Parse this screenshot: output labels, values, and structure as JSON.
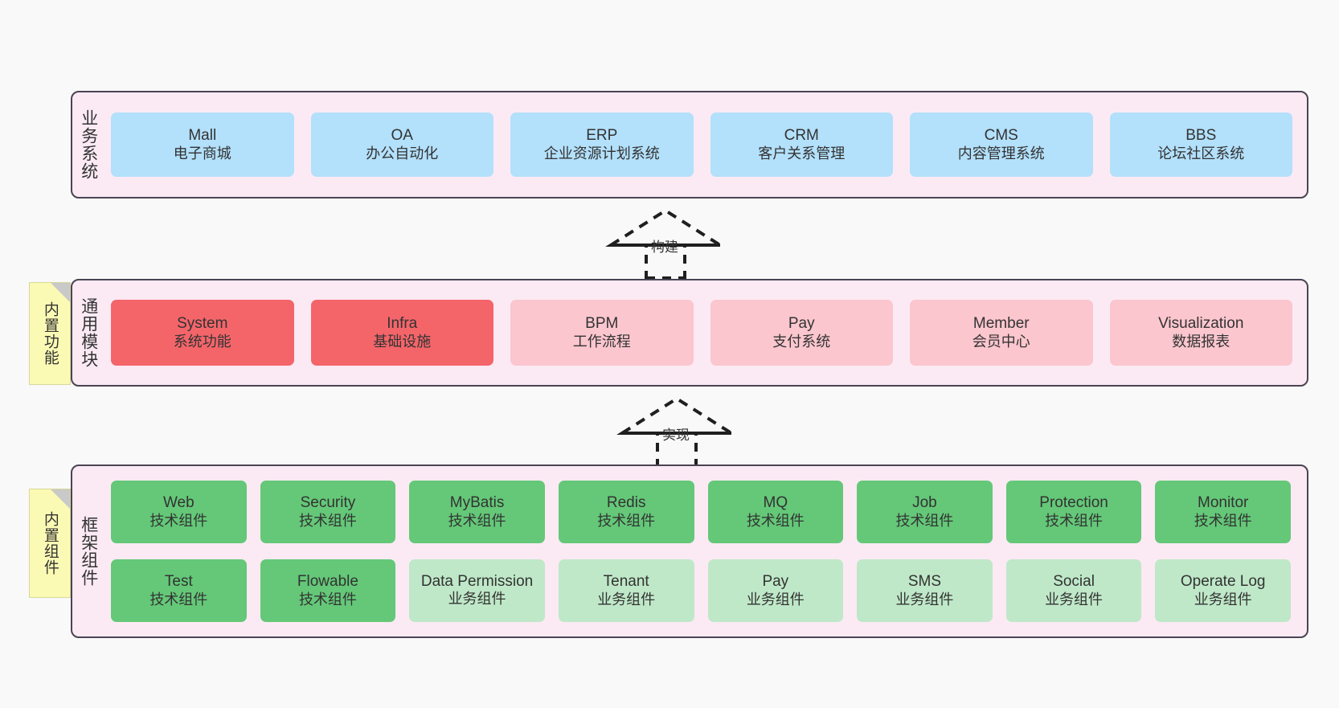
{
  "diagram": {
    "background": "#f9f9f9",
    "panel_fill": "#fbeaf4",
    "panel_border": "#4a4453",
    "note_fill": "#fbfab4"
  },
  "layers": [
    {
      "key": "business",
      "title": "业务系统",
      "note": null,
      "rows": [
        {
          "cards": [
            {
              "name": "Mall",
              "sub": "电子商城",
              "color": "#b3e0fb",
              "style": "c-blue"
            },
            {
              "name": "OA",
              "sub": "办公自动化",
              "color": "#b3e0fb",
              "style": "c-blue"
            },
            {
              "name": "ERP",
              "sub": "企业资源计划系统",
              "color": "#b3e0fb",
              "style": "c-blue"
            },
            {
              "name": "CRM",
              "sub": "客户关系管理",
              "color": "#b3e0fb",
              "style": "c-blue"
            },
            {
              "name": "CMS",
              "sub": "内容管理系统",
              "color": "#b3e0fb",
              "style": "c-blue"
            },
            {
              "name": "BBS",
              "sub": "论坛社区系统",
              "color": "#b3e0fb",
              "style": "c-blue"
            }
          ]
        }
      ]
    },
    {
      "key": "common-modules",
      "title": "通用模块",
      "note": "内置功能",
      "rows": [
        {
          "cards": [
            {
              "name": "System",
              "sub": "系统功能",
              "color": "#f4656a",
              "style": "c-red"
            },
            {
              "name": "Infra",
              "sub": "基础设施",
              "color": "#f4656a",
              "style": "c-red"
            },
            {
              "name": "BPM",
              "sub": "工作流程",
              "color": "#fbc6ce",
              "style": "c-pink"
            },
            {
              "name": "Pay",
              "sub": "支付系统",
              "color": "#fbc6ce",
              "style": "c-pink"
            },
            {
              "name": "Member",
              "sub": "会员中心",
              "color": "#fbc6ce",
              "style": "c-pink"
            },
            {
              "name": "Visualization",
              "sub": "数据报表",
              "color": "#fbc6ce",
              "style": "c-pink"
            }
          ]
        }
      ]
    },
    {
      "key": "framework-components",
      "title": "框架组件",
      "note": "内置组件",
      "rows": [
        {
          "cards": [
            {
              "name": "Web",
              "sub": "技术组件",
              "color": "#64c878",
              "style": "c-green"
            },
            {
              "name": "Security",
              "sub": "技术组件",
              "color": "#64c878",
              "style": "c-green"
            },
            {
              "name": "MyBatis",
              "sub": "技术组件",
              "color": "#64c878",
              "style": "c-green"
            },
            {
              "name": "Redis",
              "sub": "技术组件",
              "color": "#64c878",
              "style": "c-green"
            },
            {
              "name": "MQ",
              "sub": "技术组件",
              "color": "#64c878",
              "style": "c-green"
            },
            {
              "name": "Job",
              "sub": "技术组件",
              "color": "#64c878",
              "style": "c-green"
            },
            {
              "name": "Protection",
              "sub": "技术组件",
              "color": "#64c878",
              "style": "c-green"
            },
            {
              "name": "Monitor",
              "sub": "技术组件",
              "color": "#64c878",
              "style": "c-green"
            }
          ]
        },
        {
          "cards": [
            {
              "name": "Test",
              "sub": "技术组件",
              "color": "#64c878",
              "style": "c-green"
            },
            {
              "name": "Flowable",
              "sub": "技术组件",
              "color": "#64c878",
              "style": "c-green"
            },
            {
              "name": "Data Permission",
              "sub": "业务组件",
              "color": "#bfe8c8",
              "style": "c-lgreen"
            },
            {
              "name": "Tenant",
              "sub": "业务组件",
              "color": "#bfe8c8",
              "style": "c-lgreen"
            },
            {
              "name": "Pay",
              "sub": "业务组件",
              "color": "#bfe8c8",
              "style": "c-lgreen"
            },
            {
              "name": "SMS",
              "sub": "业务组件",
              "color": "#bfe8c8",
              "style": "c-lgreen"
            },
            {
              "name": "Social",
              "sub": "业务组件",
              "color": "#bfe8c8",
              "style": "c-lgreen"
            },
            {
              "name": "Operate Log",
              "sub": "业务组件",
              "color": "#bfe8c8",
              "style": "c-lgreen"
            }
          ]
        }
      ]
    }
  ],
  "connectors": [
    {
      "key": "build",
      "label": "构建",
      "from": "common-modules",
      "to": "business"
    },
    {
      "key": "implement",
      "label": "实现",
      "from": "framework-components",
      "to": "common-modules"
    }
  ]
}
